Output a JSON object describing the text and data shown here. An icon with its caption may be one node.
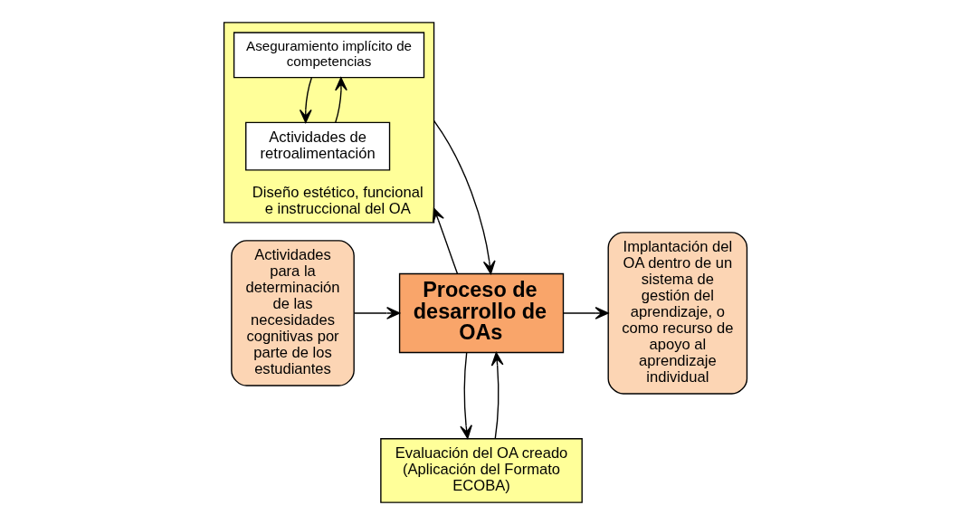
{
  "diagram": {
    "nodes": [
      {
        "text": [
          "Actividades para la determinación de las necesidades cognitivas por parte de los estudiantes"
        ]
      },
      {
        "text": [
          "Diseño estético, funcional e instruccional del OA"
        ]
      },
      {
        "text": [
          "Aseguramiento implícito de competencias"
        ],
        "in": 1
      },
      {
        "text": [
          "Actividades de retroalimentación"
        ],
        "in": 1
      },
      {
        "text": [
          "Proceso de desarrollo de OAs"
        ]
      },
      {
        "text": [
          "Evaluación del OA creado (Aplicación del Formato ECOBA)"
        ]
      },
      {
        "text": [
          "Implantación del OA dentro de un sistema de gestión del aprendizaje, o como recurso de apoyo al aprendizaje individual"
        ]
      }
    ],
    "edges": [
      {
        "from": 3,
        "to": 2,
        "arrow": "to"
      },
      {
        "from": 2,
        "to": 3,
        "arrow": "to"
      },
      {
        "from": 4,
        "to": 1,
        "arrow": "to"
      },
      {
        "from": 1,
        "to": 4,
        "arrow": "to"
      },
      {
        "from": 5,
        "to": 4,
        "arrow": "to"
      },
      {
        "from": 4,
        "to": 5,
        "arrow": "to"
      },
      {
        "from": 0,
        "to": 4,
        "arrow": "to"
      },
      {
        "from": 4,
        "to": 6,
        "arrow": "to"
      }
    ]
  }
}
